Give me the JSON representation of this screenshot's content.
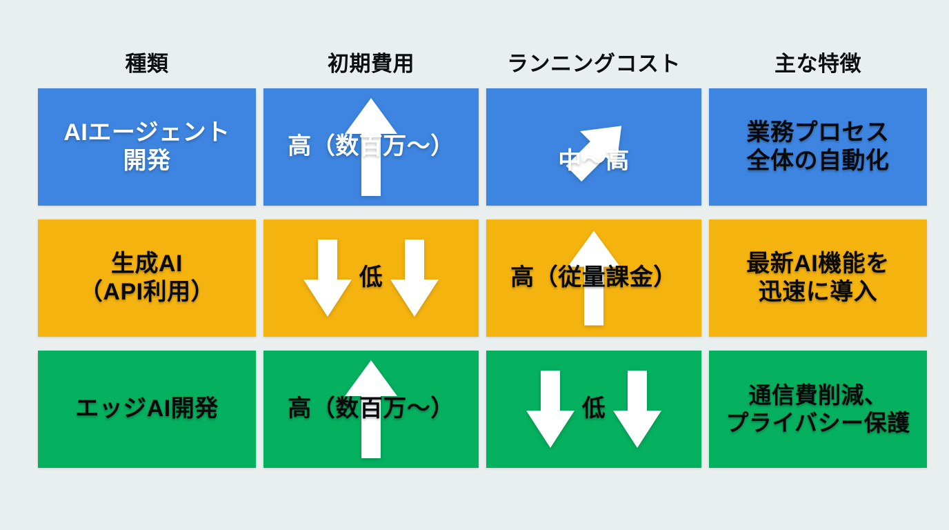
{
  "page": {
    "background_color": "#e9eeee",
    "title_row_text_color": "#0c0f10"
  },
  "palette": {
    "blue": "#3d85e0",
    "amber": "#f5b310",
    "green": "#05b05f",
    "white": "#ffffff",
    "black": "#07090a"
  },
  "table": {
    "headers": [
      {
        "label": "種類"
      },
      {
        "label": "初期費用"
      },
      {
        "label": "ランニングコスト"
      },
      {
        "label": "主な特徴"
      }
    ],
    "rows": [
      {
        "row_color": "#3d85e0",
        "name": "ai-agent-development",
        "type": "AIエージェント\n開発",
        "initial_cost": "高（数百万〜）",
        "initial_cost_arrow": "arrow-up-icon",
        "running_cost": "中〜高",
        "running_cost_arrow": "arrow-up-right-icon",
        "feature": "業務プロセス\n全体の自動化"
      },
      {
        "row_color": "#f5b310",
        "name": "generative-ai-api",
        "type": "生成AI\n（API利用）",
        "initial_cost": "低",
        "initial_cost_arrow": "arrow-down-pair-icon",
        "running_cost": "高（従量課金）",
        "running_cost_arrow": "arrow-up-icon",
        "feature": "最新AI機能を\n迅速に導入"
      },
      {
        "row_color": "#05b05f",
        "name": "edge-ai-development",
        "type": "エッジAI開発",
        "initial_cost": "高（数百万〜）",
        "initial_cost_arrow": "arrow-up-icon",
        "running_cost": "低",
        "running_cost_arrow": "arrow-down-pair-icon",
        "feature": "通信費削減、\nプライバシー保護"
      }
    ]
  }
}
